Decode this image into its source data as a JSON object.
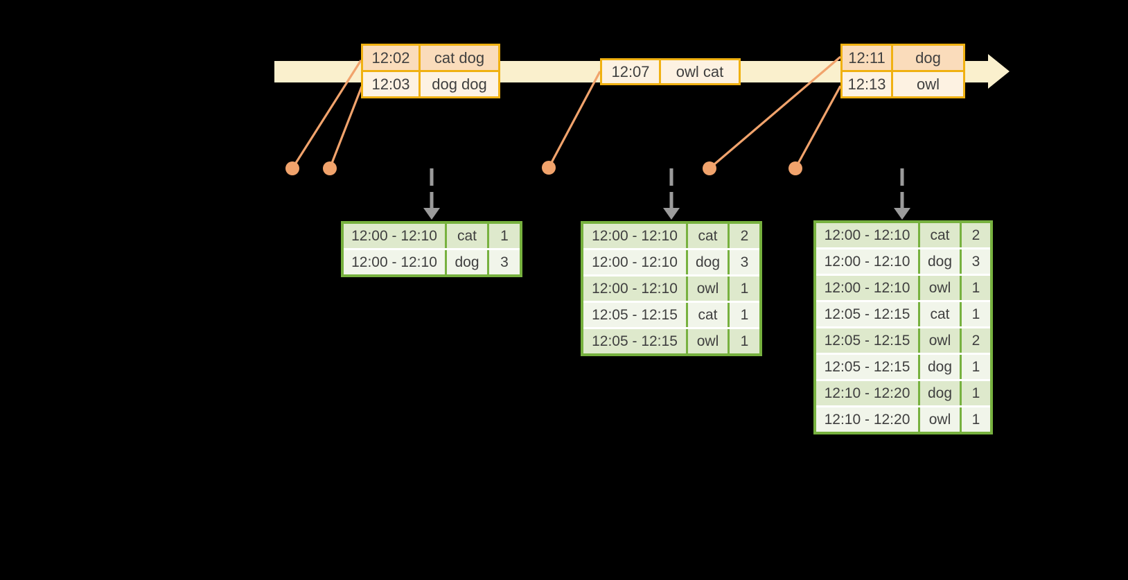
{
  "colors": {
    "background": "#000000",
    "timeline-fill": "#FAF0CD",
    "event-border": "#F0B112",
    "event-row-dark": "#FADCBB",
    "event-row-light": "#FDF2E2",
    "connector-orange": "#F1A36C",
    "arrow-gray": "#9B9B9B",
    "result-border": "#77B13F",
    "result-row-dark": "#DEE9CC",
    "result-row-light": "#F1F5EA",
    "result-gap": "#FFFFFF",
    "text": "#3F3F3F"
  },
  "event_tables": [
    {
      "rows": [
        {
          "time": "12:02",
          "words": "cat dog"
        },
        {
          "time": "12:03",
          "words": "dog dog"
        }
      ]
    },
    {
      "rows": [
        {
          "time": "12:07",
          "words": "owl cat"
        }
      ]
    },
    {
      "rows": [
        {
          "time": "12:11",
          "words": "dog"
        },
        {
          "time": "12:13",
          "words": "owl"
        }
      ]
    }
  ],
  "result_tables": [
    {
      "rows": [
        {
          "window": "12:00 - 12:10",
          "word": "cat",
          "count": "1"
        },
        {
          "window": "12:00 - 12:10",
          "word": "dog",
          "count": "3"
        }
      ]
    },
    {
      "rows": [
        {
          "window": "12:00 - 12:10",
          "word": "cat",
          "count": "2"
        },
        {
          "window": "12:00 - 12:10",
          "word": "dog",
          "count": "3"
        },
        {
          "window": "12:00 - 12:10",
          "word": "owl",
          "count": "1"
        },
        {
          "window": "12:05 - 12:15",
          "word": "cat",
          "count": "1"
        },
        {
          "window": "12:05 - 12:15",
          "word": "owl",
          "count": "1"
        }
      ]
    },
    {
      "rows": [
        {
          "window": "12:00 - 12:10",
          "word": "cat",
          "count": "2"
        },
        {
          "window": "12:00 - 12:10",
          "word": "dog",
          "count": "3"
        },
        {
          "window": "12:00 - 12:10",
          "word": "owl",
          "count": "1"
        },
        {
          "window": "12:05 - 12:15",
          "word": "cat",
          "count": "1"
        },
        {
          "window": "12:05 - 12:15",
          "word": "owl",
          "count": "2"
        },
        {
          "window": "12:05 - 12:15",
          "word": "dog",
          "count": "1"
        },
        {
          "window": "12:10 - 12:20",
          "word": "dog",
          "count": "1"
        },
        {
          "window": "12:10 - 12:20",
          "word": "owl",
          "count": "1"
        }
      ]
    }
  ]
}
